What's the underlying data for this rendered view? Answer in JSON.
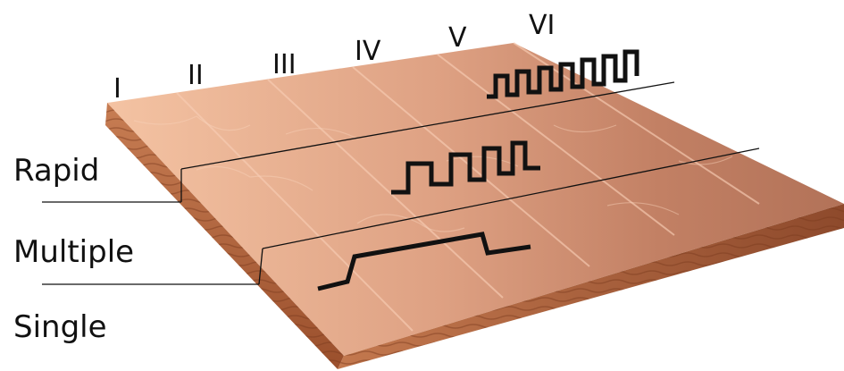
{
  "roman_numerals": [
    "I",
    "II",
    "III",
    "IV",
    "V",
    "VI"
  ],
  "labels": {
    "rapid": "Rapid",
    "multiple": "Multiple",
    "single": "Single"
  },
  "colors": {
    "skin_light": "#f3c1a0",
    "skin_mid": "#d49474",
    "skin_dark": "#a8684e",
    "wave": "#111111"
  }
}
